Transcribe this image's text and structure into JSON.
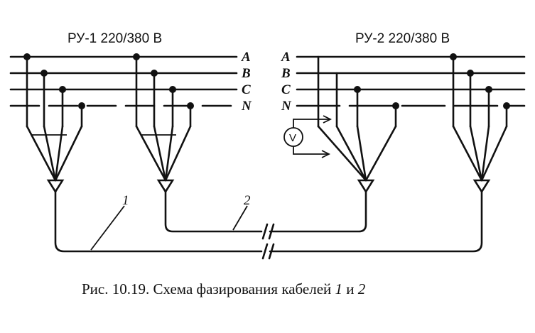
{
  "left_panel": {
    "title": "РУ-1 220/380 В"
  },
  "right_panel": {
    "title": "РУ-2 220/380 В"
  },
  "buses": [
    "A",
    "B",
    "C",
    "N"
  ],
  "cables": [
    "1",
    "2"
  ],
  "meter": {
    "symbol": "V"
  },
  "caption": {
    "prefix": "Рис. 10.19. Схема фазирования кабелей ",
    "cable1": "1",
    "mid": " и ",
    "cable2": "2"
  }
}
